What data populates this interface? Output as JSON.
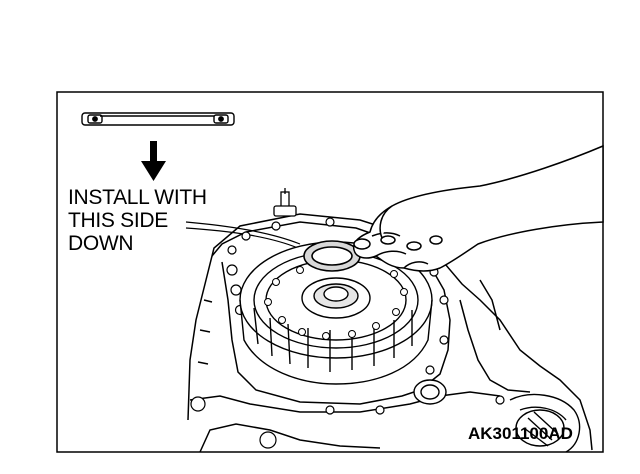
{
  "callout": {
    "line1": "INSTALL WITH",
    "line2": "THIS SIDE",
    "line3": "DOWN"
  },
  "figure_id": "AK301100AD",
  "colors": {
    "ink": "#000000",
    "paper": "#ffffff",
    "ring_fill": "#d8d8d8"
  },
  "icons": [
    "down-arrow-icon",
    "snap-ring-detail-icon"
  ]
}
